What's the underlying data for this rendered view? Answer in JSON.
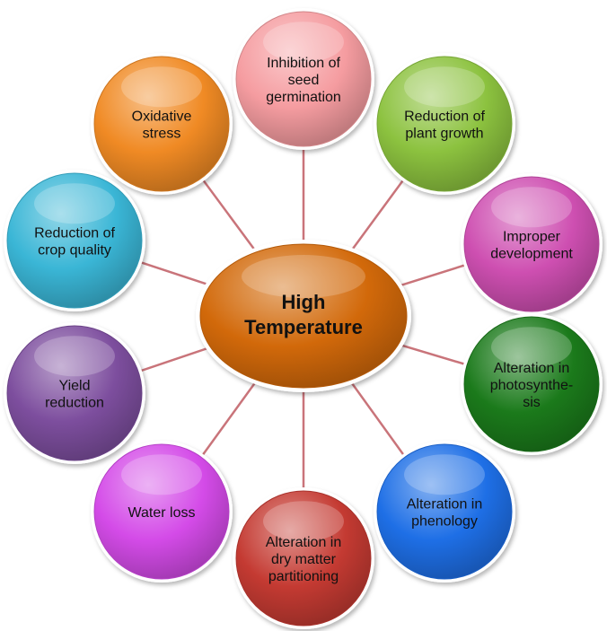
{
  "center": {
    "lines": [
      "High",
      "Temperature"
    ],
    "color": "#D2690A"
  },
  "effects": [
    {
      "id": "seed-germination",
      "lines": [
        "Inhibition of",
        "seed",
        "germination"
      ],
      "color": "#F59CA0"
    },
    {
      "id": "plant-growth",
      "lines": [
        "Reduction of",
        "plant growth"
      ],
      "color": "#8CC23F"
    },
    {
      "id": "improper-development",
      "lines": [
        "Improper",
        "development"
      ],
      "color": "#CE4FB1"
    },
    {
      "id": "photosynthesis",
      "lines": [
        "Alteration in",
        "photosynthe-",
        "sis"
      ],
      "color": "#1B7A1B"
    },
    {
      "id": "phenology",
      "lines": [
        "Alteration in",
        "phenology"
      ],
      "color": "#1E6FE6"
    },
    {
      "id": "dry-matter",
      "lines": [
        "Alteration in",
        "dry matter",
        "partitioning"
      ],
      "color": "#C43A32"
    },
    {
      "id": "water-loss",
      "lines": [
        "Water loss"
      ],
      "color": "#D44BE8"
    },
    {
      "id": "yield-reduction",
      "lines": [
        "Yield",
        "reduction"
      ],
      "color": "#7D4E9E"
    },
    {
      "id": "crop-quality",
      "lines": [
        "Reduction of",
        "crop quality"
      ],
      "color": "#3AB6D6"
    },
    {
      "id": "oxidative-stress",
      "lines": [
        "Oxidative",
        "stress"
      ],
      "color": "#F08A24"
    }
  ],
  "connector_color": "#C9747A"
}
